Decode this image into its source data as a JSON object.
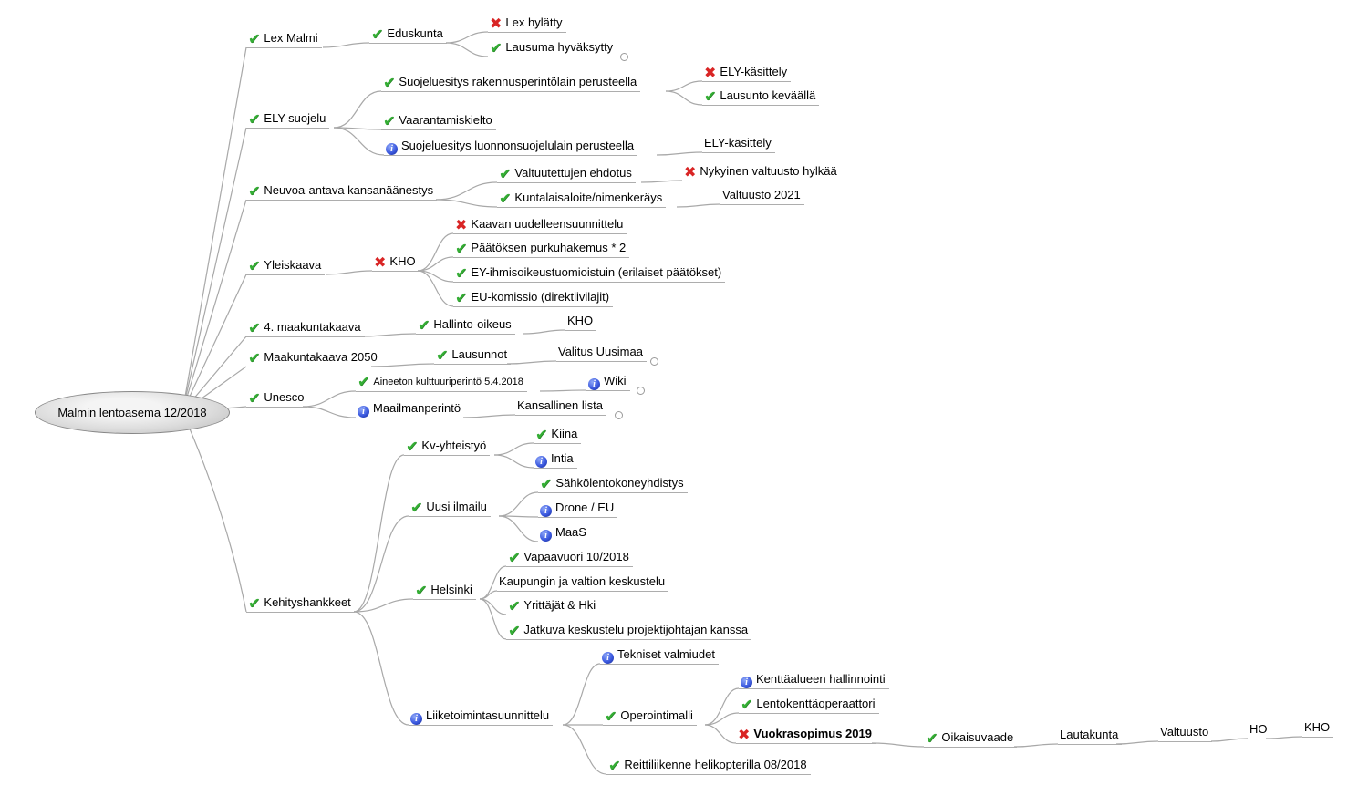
{
  "root": {
    "label": "Malmin lentoasema 12/2018"
  },
  "icons": {
    "check": "✔",
    "cross": "✖",
    "info": "i"
  },
  "nodes": {
    "lex_malmi": {
      "label": "Lex Malmi",
      "icon": "check",
      "children": [
        "eduskunta"
      ]
    },
    "eduskunta": {
      "label": "Eduskunta",
      "icon": "check",
      "children": [
        "lex_hylatty",
        "lausuma_hyvaksytty"
      ]
    },
    "lex_hylatty": {
      "label": "Lex hylätty",
      "icon": "cross"
    },
    "lausuma_hyvaksytty": {
      "label": "Lausuma hyväksytty",
      "icon": "check",
      "collapsed": true
    },
    "ely_suojelu": {
      "label": "ELY-suojelu",
      "icon": "check",
      "children": [
        "suojeluesitys_rakennus",
        "vaarantamiskielto",
        "suojeluesitys_luonnon"
      ]
    },
    "suojeluesitys_rakennus": {
      "label": "Suojeluesitys rakennusperintölain perusteella",
      "icon": "check",
      "children": [
        "ely_kasittely_1",
        "lausunto_kevaalla"
      ]
    },
    "ely_kasittely_1": {
      "label": "ELY-käsittely",
      "icon": "cross"
    },
    "lausunto_kevaalla": {
      "label": "Lausunto keväällä",
      "icon": "check"
    },
    "vaarantamiskielto": {
      "label": "Vaarantamiskielto",
      "icon": "check"
    },
    "suojeluesitys_luonnon": {
      "label": "Suojeluesitys luonnonsuojelulain perusteella",
      "icon": "info",
      "children": [
        "ely_kasittely_2"
      ]
    },
    "ely_kasittely_2": {
      "label": "ELY-käsittely",
      "icon": "none"
    },
    "neuvoa_antava": {
      "label": "Neuvoa-antava kansanäänestys",
      "icon": "check",
      "children": [
        "valtuutettujen_ehdotus",
        "kuntalaisaloite"
      ]
    },
    "valtuutettujen_ehdotus": {
      "label": "Valtuutettujen ehdotus",
      "icon": "check",
      "children": [
        "nykyinen_valtuusto"
      ]
    },
    "nykyinen_valtuusto": {
      "label": "Nykyinen valtuusto hylkää",
      "icon": "cross"
    },
    "kuntalaisaloite": {
      "label": "Kuntalaisaloite/nimenkeräys",
      "icon": "check",
      "children": [
        "valtuusto_2021"
      ]
    },
    "valtuusto_2021": {
      "label": "Valtuusto 2021",
      "icon": "none"
    },
    "yleiskaava": {
      "label": "Yleiskaava",
      "icon": "check",
      "children": [
        "kho_1"
      ]
    },
    "kho_1": {
      "label": "KHO",
      "icon": "cross",
      "children": [
        "kaavan_uudelleensuunnittelu",
        "paatoksen_purkuhakemus",
        "ey_ihmisoikeus",
        "eu_komissio"
      ]
    },
    "kaavan_uudelleensuunnittelu": {
      "label": "Kaavan uudelleensuunnittelu",
      "icon": "cross"
    },
    "paatoksen_purkuhakemus": {
      "label": "Päätöksen purkuhakemus * 2",
      "icon": "check"
    },
    "ey_ihmisoikeus": {
      "label": "EY-ihmisoikeustuomioistuin (erilaiset päätökset)",
      "icon": "check"
    },
    "eu_komissio": {
      "label": "EU-komissio (direktiivilajit)",
      "icon": "check"
    },
    "maakuntakaava_4": {
      "label": "4. maakuntakaava",
      "icon": "check",
      "children": [
        "hallinto_oikeus"
      ]
    },
    "hallinto_oikeus": {
      "label": "Hallinto-oikeus",
      "icon": "check",
      "children": [
        "kho_2"
      ]
    },
    "kho_2": {
      "label": "KHO",
      "icon": "none"
    },
    "maakuntakaava_2050": {
      "label": "Maakuntakaava 2050",
      "icon": "check",
      "children": [
        "lausunnot"
      ]
    },
    "lausunnot": {
      "label": "Lausunnot",
      "icon": "check",
      "children": [
        "valitus_uusimaa"
      ]
    },
    "valitus_uusimaa": {
      "label": "Valitus Uusimaa",
      "icon": "none",
      "collapsed": true
    },
    "unesco": {
      "label": "Unesco",
      "icon": "check",
      "children": [
        "aineeton_kulttuuriperinto",
        "maailmanperinto"
      ]
    },
    "aineeton_kulttuuriperinto": {
      "label": "Aineeton kulttuuriperintö 5.4.2018",
      "icon": "check",
      "children": [
        "wiki"
      ]
    },
    "wiki": {
      "label": "Wiki",
      "icon": "info",
      "collapsed": true
    },
    "maailmanperinto": {
      "label": "Maailmanperintö",
      "icon": "info",
      "children": [
        "kansallinen_lista"
      ]
    },
    "kansallinen_lista": {
      "label": "Kansallinen lista",
      "icon": "none",
      "collapsed": true
    },
    "kehityshankkeet": {
      "label": "Kehityshankkeet",
      "icon": "check",
      "children": [
        "kv_yhteistyo",
        "uusi_ilmailu",
        "helsinki",
        "liiketoimintasuunnittelu"
      ]
    },
    "kv_yhteistyo": {
      "label": "Kv-yhteistyö",
      "icon": "check",
      "children": [
        "kiina",
        "intia"
      ]
    },
    "kiina": {
      "label": "Kiina",
      "icon": "check"
    },
    "intia": {
      "label": "Intia",
      "icon": "info"
    },
    "uusi_ilmailu": {
      "label": "Uusi ilmailu",
      "icon": "check",
      "children": [
        "sahkolentokoneyhdistys",
        "drone_eu",
        "maas"
      ]
    },
    "sahkolentokoneyhdistys": {
      "label": "Sähkölentokoneyhdistys",
      "icon": "check"
    },
    "drone_eu": {
      "label": "Drone / EU",
      "icon": "info"
    },
    "maas": {
      "label": "MaaS",
      "icon": "info"
    },
    "helsinki": {
      "label": "Helsinki",
      "icon": "check",
      "children": [
        "vapaavuori",
        "kaupungin_ja_valtion",
        "yrittajat_hki",
        "jatkuva_keskustelu"
      ]
    },
    "vapaavuori": {
      "label": "Vapaavuori 10/2018",
      "icon": "check"
    },
    "kaupungin_ja_valtion": {
      "label": "Kaupungin ja valtion keskustelu",
      "icon": "none"
    },
    "yrittajat_hki": {
      "label": "Yrittäjät & Hki",
      "icon": "check"
    },
    "jatkuva_keskustelu": {
      "label": "Jatkuva keskustelu projektijohtajan kanssa",
      "icon": "check"
    },
    "liiketoimintasuunnittelu": {
      "label": "Liiketoimintasuunnittelu",
      "icon": "info",
      "children": [
        "tekniset_valmiudet",
        "operointimalli",
        "reittiliikenne"
      ]
    },
    "tekniset_valmiudet": {
      "label": "Tekniset valmiudet",
      "icon": "info"
    },
    "operointimalli": {
      "label": "Operointimalli",
      "icon": "check",
      "children": [
        "kenttaalueen_hallinnointi",
        "lentokenttaoperaattori",
        "vuokrasopimus_2019"
      ]
    },
    "kenttaalueen_hallinnointi": {
      "label": "Kenttäalueen hallinnointi",
      "icon": "info"
    },
    "lentokenttaoperaattori": {
      "label": "Lentokenttäoperaattori",
      "icon": "check"
    },
    "vuokrasopimus_2019": {
      "label": "Vuokrasopimus 2019",
      "icon": "cross",
      "bold": true,
      "children": [
        "oikaisuvaade"
      ]
    },
    "oikaisuvaade": {
      "label": "Oikaisuvaade",
      "icon": "check",
      "children": [
        "lautakunta"
      ]
    },
    "lautakunta": {
      "label": "Lautakunta",
      "icon": "none",
      "children": [
        "valtuusto"
      ]
    },
    "valtuusto": {
      "label": "Valtuusto",
      "icon": "none",
      "children": [
        "ho"
      ]
    },
    "ho": {
      "label": "HO",
      "icon": "none",
      "children": [
        "kho_3"
      ]
    },
    "kho_3": {
      "label": "KHO",
      "icon": "none"
    },
    "reittiliikenne": {
      "label": "Reittiliikenne helikopterilla 08/2018",
      "icon": "check"
    }
  }
}
